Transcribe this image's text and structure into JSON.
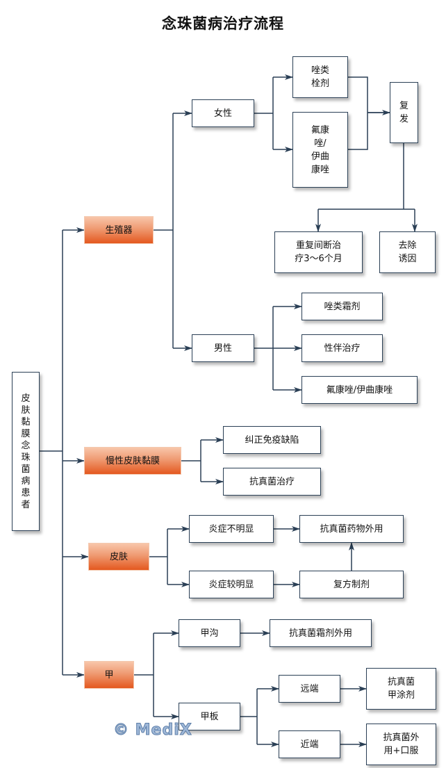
{
  "title": "念珠菌病治疗流程",
  "root": "皮\n肤\n黏\n膜\n念\n珠\n菌\n病\n患\n者",
  "categories": {
    "genital": "生殖器",
    "chronic": "慢性皮肤黏膜",
    "skin": "皮肤",
    "nail": "甲"
  },
  "genital": {
    "female": "女性",
    "female_options": [
      "唑类\n栓剂",
      "氟康\n唑/\n伊曲\n康唑"
    ],
    "relapse": "复\n发",
    "relapse_actions": [
      "重复间断治\n疗3～6个月",
      "去除\n诱因"
    ],
    "male": "男性",
    "male_options": [
      "唑类霜剂",
      "性伴治疗",
      "氟康唑/伊曲康唑"
    ]
  },
  "chronic": {
    "options": [
      "纠正免疫缺陷",
      "抗真菌治疗"
    ]
  },
  "skin": {
    "mild": "炎症不明显",
    "severe": "炎症较明显",
    "mild_treatment": "抗真菌药物外用",
    "severe_treatment": "复方制剂"
  },
  "nail": {
    "fold": "甲沟",
    "fold_treatment": "抗真菌霜剂外用",
    "plate": "甲板",
    "distal": "远端",
    "proximal": "近端",
    "distal_treatment": "抗真菌\n甲涂剂",
    "proximal_treatment": "抗真菌外\n用+口服"
  },
  "watermark": "© MediX",
  "colors": {
    "line": "#2a3f55",
    "orange_top": "#f8c6aa",
    "orange_bottom": "#e4581f"
  }
}
